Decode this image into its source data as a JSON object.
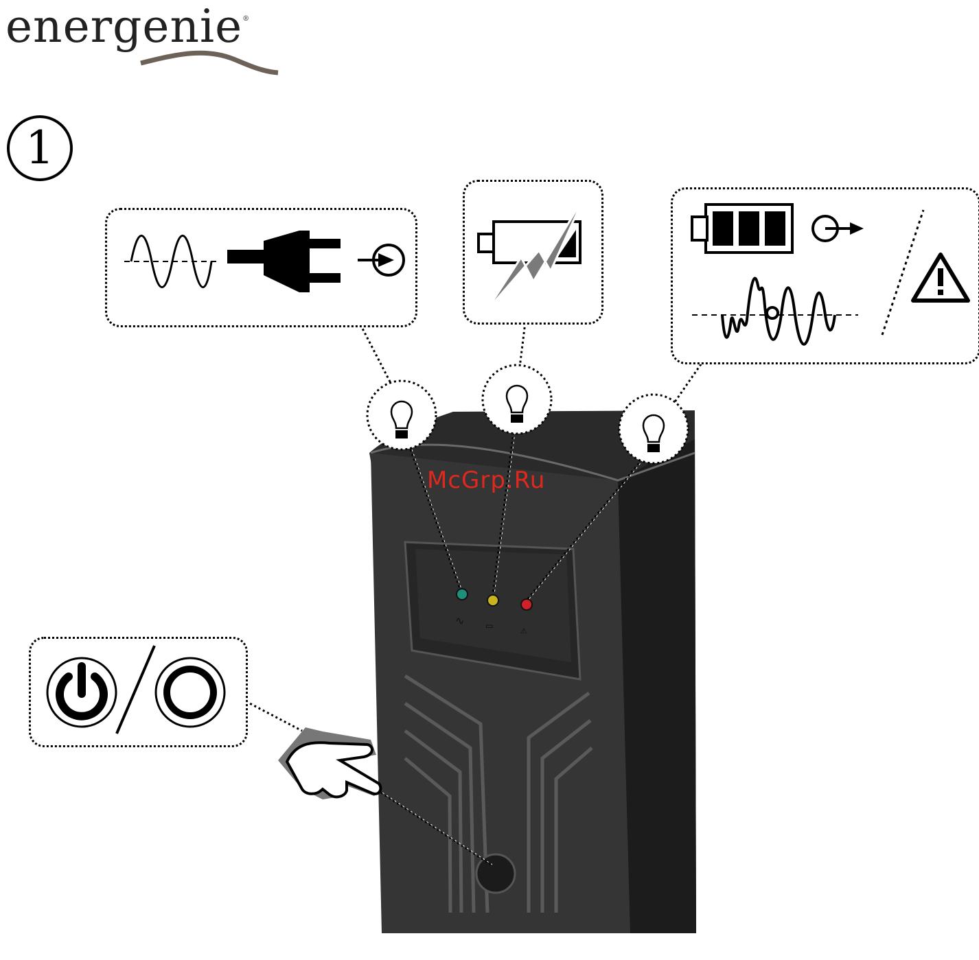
{
  "brand": {
    "name": "energenie",
    "registered": "®"
  },
  "step": {
    "number": "1"
  },
  "watermark": {
    "text": "McGrp.Ru"
  },
  "indicators": [
    {
      "id": "line-mode",
      "icons": [
        "sine-wave-icon",
        "power-plug-icon",
        "output-arrow-icon"
      ],
      "led_color": "#1f8f7a"
    },
    {
      "id": "battery-mode",
      "icons": [
        "battery-charging-icon"
      ],
      "led_color": "#c9b420"
    },
    {
      "id": "fault",
      "icons": [
        "battery-full-icon",
        "output-arrow-icon",
        "distorted-wave-icon",
        "warning-triangle-icon"
      ],
      "led_color": "#d0202a"
    }
  ],
  "panel_labels": [
    "∿",
    "▭",
    "⚠"
  ],
  "power_callout": {
    "icons": [
      "power-on-icon",
      "power-off-icon"
    ]
  },
  "colors": {
    "ups_body": "#2b2b2b",
    "ups_front": "#3a3a3a",
    "outline": "#000000",
    "watermark": "#e0281f"
  }
}
